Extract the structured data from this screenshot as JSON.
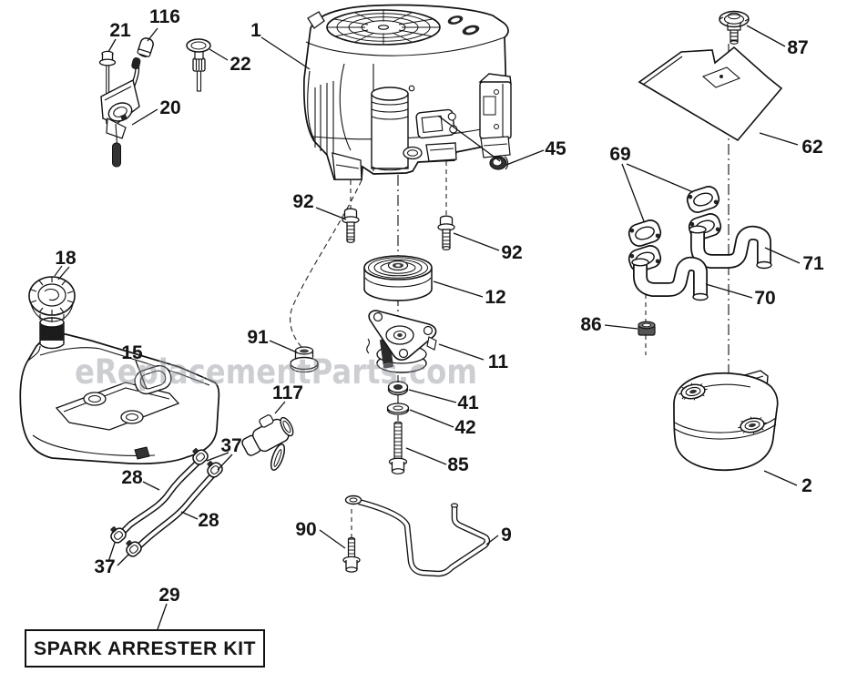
{
  "diagram": {
    "watermark_text": "eReplacementParts.com",
    "kit_label": "SPARK ARRESTER KIT",
    "callouts": {
      "engine": "1",
      "muffler": "2",
      "wire_form": "9",
      "clutch": "11",
      "pulley": "12",
      "fuel_tank": "15",
      "fuel_cap": "18",
      "control_bracket": "20",
      "bolt_21": "21",
      "dipstick": "22",
      "fuel_line_upper": "28",
      "fuel_line_lower": "28",
      "kit_callout": "29",
      "clamp_top": "37",
      "clamp_bottom": "37",
      "washer_41": "41",
      "washer_42": "42",
      "nut_45": "45",
      "heat_shield": "62",
      "gaskets": "69",
      "exhaust_pipe_lower": "70",
      "exhaust_pipe_upper": "71",
      "bolt_85": "85",
      "nut_86": "86",
      "screw_87": "87",
      "bolt_90": "90",
      "bushing": "91",
      "bolt_92_left": "92",
      "bolt_92_right": "92",
      "cap_116": "116",
      "fuel_valve": "117"
    }
  }
}
